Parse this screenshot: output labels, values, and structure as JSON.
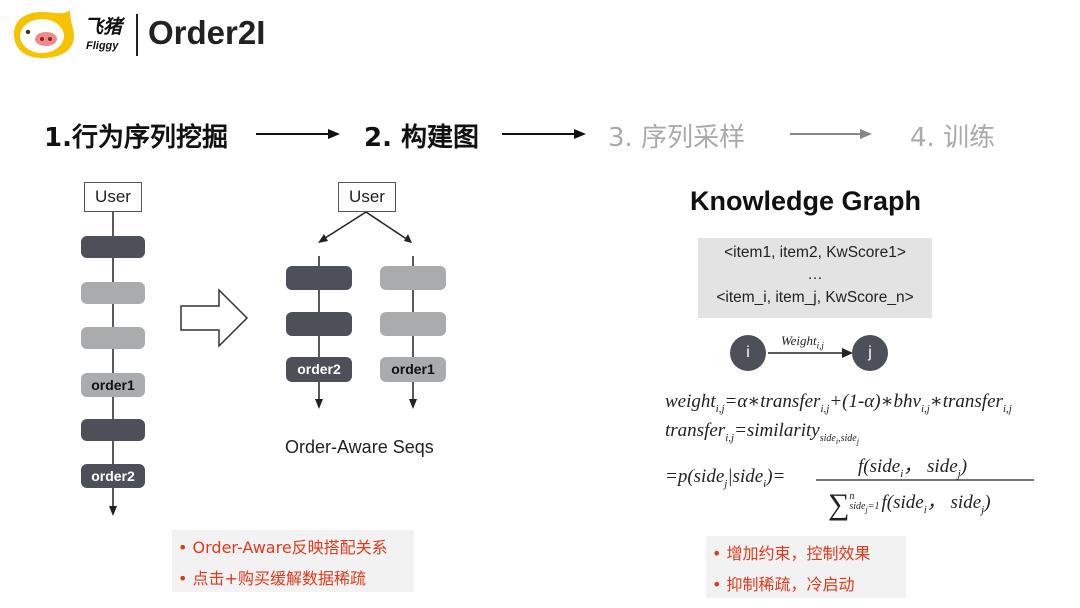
{
  "logo": {
    "brand_cn": "飞猪",
    "brand_en": "Fliggy"
  },
  "title": "Order2I",
  "steps": [
    {
      "label": "1.行为序列挖掘",
      "active": true
    },
    {
      "label": "2. 构建图",
      "active": true
    },
    {
      "label": "3. 序列采样",
      "active": false
    },
    {
      "label": "4. 训练",
      "active": false
    }
  ],
  "left_panel": {
    "user": "User",
    "order1": "order1",
    "order2": "order2"
  },
  "middle_panel": {
    "user": "User",
    "left_order": "order2",
    "right_order": "order1",
    "caption": "Order-Aware Seqs"
  },
  "knowledge_graph": {
    "title": "Knowledge Graph",
    "triple_first": "<item1, item2, KwScore1>",
    "triple_ellipsis": "…",
    "triple_last": "<item_i, item_j, KwScore_n>",
    "node_i": "i",
    "node_j": "j",
    "edge_weight": "Weight"
  },
  "notes_left": [
    "Order-Aware反映搭配关系",
    "点击+购买缓解数据稀疏"
  ],
  "notes_right": [
    "增加约束，控制效果",
    "抑制稀疏，冷启动"
  ],
  "colors": {
    "dark_block": "#4d5058",
    "light_block": "#a9abad",
    "note_text": "#e2391c",
    "logo_yellow": "#f7c200"
  }
}
